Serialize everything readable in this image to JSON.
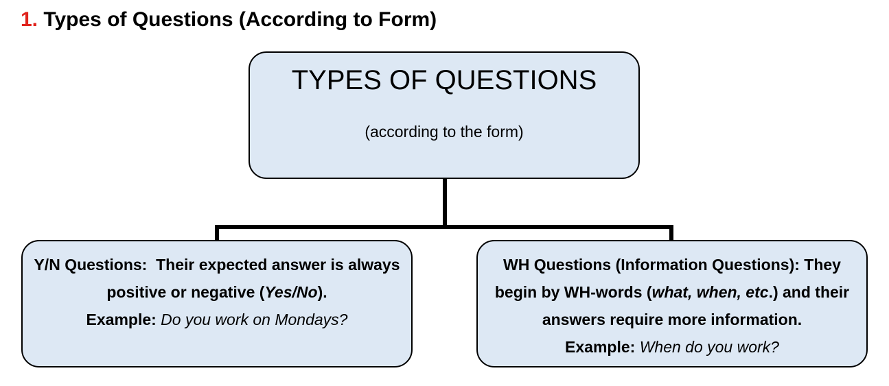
{
  "heading": {
    "number": "1.",
    "title": "Types of Questions (According to Form)"
  },
  "root": {
    "title": "TYPES OF QUESTIONS",
    "subtitle": "(according to the form)"
  },
  "yn": {
    "label": "Y/N Questions:",
    "desc_1": "Their expected answer is always positive or negative (",
    "desc_italic": "Yes/No",
    "desc_2": ").",
    "example_label": "Example:",
    "example_text": "Do you work on Mondays?"
  },
  "wh": {
    "desc_1": "WH Questions (Information Questions): They begin by WH-words (",
    "desc_italic": "what, when, etc",
    "desc_2": ".) and their answers require more information.",
    "example_label": "Example:",
    "example_text": "When do you work?"
  },
  "colors": {
    "box_fill": "#dde8f4",
    "number_red": "#e0231d",
    "outline": "#000000"
  }
}
